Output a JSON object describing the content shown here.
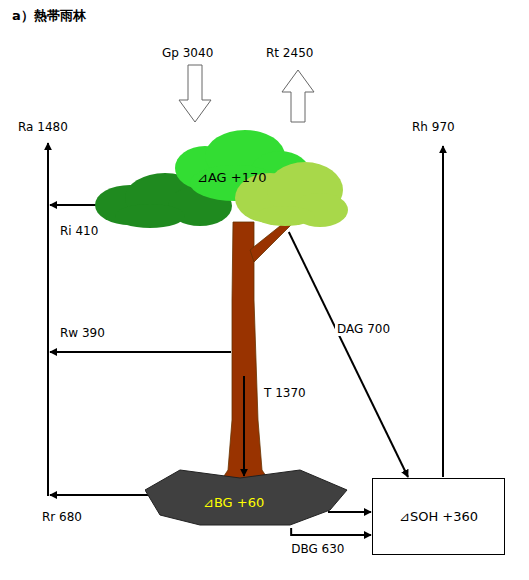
{
  "diagram": {
    "title": "a）熱帯雨林",
    "nodes": [
      {
        "text": [
          "⊿AG +170"
        ]
      },
      {
        "text": [
          "⊿BG +60"
        ]
      },
      {
        "text": [
          "⊿SOH +360"
        ]
      }
    ],
    "edges": [
      {
        "from": 0,
        "to": 2,
        "label": "DAG 700",
        "arrow": "to"
      },
      {
        "from": 1,
        "to": 2,
        "arrow": "to"
      },
      {
        "from": 1,
        "to": 2,
        "label": "DBG 630",
        "arrow": "to"
      }
    ],
    "labels": [
      "Gp 3040",
      "Rt 2450",
      "Ra 1480",
      "Rh 970",
      "Ri 410",
      "Rw 390",
      "T 1370",
      "Rr 680"
    ]
  }
}
